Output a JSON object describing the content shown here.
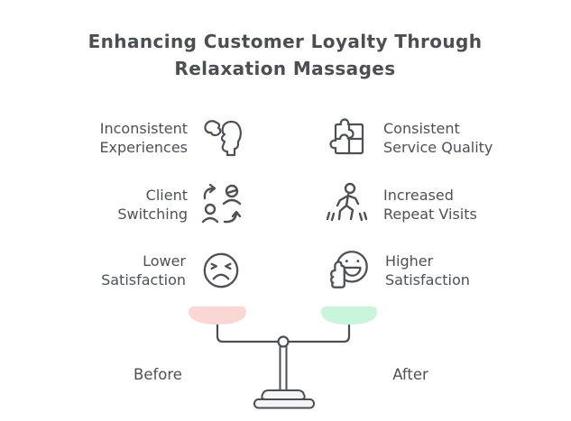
{
  "title": {
    "line1": "Enhancing Customer Loyalty Through",
    "line2": "Relaxation Massages"
  },
  "items": {
    "left": [
      {
        "line1": "Inconsistent",
        "line2": "Experiences",
        "icon": "broken-head-icon"
      },
      {
        "line1": "Client",
        "line2": "Switching",
        "icon": "person-swap-icon"
      },
      {
        "line1": "Lower",
        "line2": "Satisfaction",
        "icon": "angry-face-icon"
      }
    ],
    "right": [
      {
        "line1": "Consistent",
        "line2": "Service Quality",
        "icon": "puzzle-icon"
      },
      {
        "line1": "Increased",
        "line2": "Repeat Visits",
        "icon": "walking-person-icon"
      },
      {
        "line1": "Higher",
        "line2": "Satisfaction",
        "icon": "smiley-thumbs-up-icon"
      }
    ]
  },
  "scale": {
    "left_label": "Before",
    "right_label": "After",
    "left_pan_color": "#fbd7d3",
    "right_pan_color": "#c9f5db",
    "stroke_color": "#4a4f55",
    "base_fill": "#f5f5f5"
  },
  "colors": {
    "text": "#4d5156",
    "title": "#4b4f54"
  }
}
